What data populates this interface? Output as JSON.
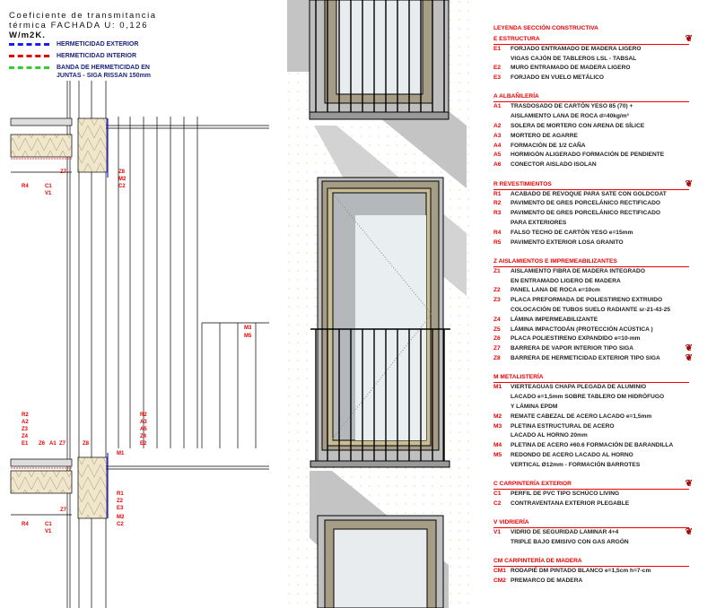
{
  "notes": {
    "coef_line1": "Coeficiente de transmitancia",
    "coef_line2": "térmica FACHADA U: 0,126",
    "coef_line3": "W/m2K.",
    "keys": [
      {
        "label": "HERMETICIDAD EXTERIOR",
        "color": "#1a1aff"
      },
      {
        "label": "HERMETICIDAD INTERIOR",
        "color": "#e00000"
      },
      {
        "label": "BANDA DE HERMETICIDAD EN JUNTAS - SIGA RISSAN 150mm",
        "color": "#33cc33"
      }
    ]
  },
  "section_labels": {
    "top": [
      "R4",
      "C1",
      "V1",
      "Z7",
      "Z8",
      "M2",
      "C2"
    ],
    "bottom_left": [
      "R2",
      "A2",
      "Z3",
      "Z4",
      "E1",
      "Z6",
      "A1",
      "Z7",
      "Z8"
    ],
    "bottom_right": [
      "R2",
      "A3",
      "A5",
      "Z4",
      "E2",
      "M1",
      "R1",
      "Z2",
      "E3",
      "Z7",
      "M2",
      "R4",
      "C1",
      "V1",
      "C2"
    ],
    "facade": [
      "M3",
      "M5"
    ]
  },
  "legend": {
    "title": "LEYENDA SECCIÓN CONSTRUCTIVA",
    "sections": [
      {
        "header": "E  ESTRUCTURA",
        "mark": true,
        "items": [
          {
            "code": "E1",
            "lines": [
              "FORJADO ENTRAMADO DE MADERA LIGERO",
              "VIGAS CAJÓN DE TABLEROS LSL - TABSAL"
            ]
          },
          {
            "code": "E2",
            "lines": [
              "MURO ENTRAMADO DE MADERA LIGERO"
            ]
          },
          {
            "code": "E3",
            "lines": [
              "FORJADO EN VUELO METÁLICO"
            ]
          }
        ]
      },
      {
        "header": "A  ALBAÑILERÍA",
        "items": [
          {
            "code": "A1",
            "lines": [
              "TRASDOSADO DE CARTÓN YESO 85 (70) +",
              "AISLAMIENTO LANA DE ROCA d=40kg/m³"
            ]
          },
          {
            "code": "A2",
            "lines": [
              "SOLERA DE MORTERO CON ARENA DE SÍLICE"
            ]
          },
          {
            "code": "A3",
            "lines": [
              "MORTERO DE AGARRE"
            ]
          },
          {
            "code": "A4",
            "lines": [
              "FORMACIÓN DE 1/2 CAÑA"
            ]
          },
          {
            "code": "A5",
            "lines": [
              "HORMIGÓN ALIGERADO FORMACIÓN DE PENDIENTE"
            ]
          },
          {
            "code": "A6",
            "lines": [
              "CONECTOR AISLADO ISOLAN"
            ]
          }
        ]
      },
      {
        "header": "R  REVESTIMIENTOS",
        "mark": true,
        "items": [
          {
            "code": "R1",
            "lines": [
              "ACABADO DE REVOQUE PARA SATE CON GOLDCOAT"
            ]
          },
          {
            "code": "R2",
            "lines": [
              "PAVIMENTO DE GRES PORCELÁNICO RECTIFICADO"
            ]
          },
          {
            "code": "R3",
            "lines": [
              "PAVIMENTO DE GRES PORCELÁNICO RECTIFICADO",
              "PARA EXTERIORES"
            ]
          },
          {
            "code": "R4",
            "lines": [
              "FALSO TECHO DE CARTÓN YESO e=15mm"
            ]
          },
          {
            "code": "R5",
            "lines": [
              "PAVIMENTO EXTERIOR LOSA GRANITO"
            ]
          }
        ]
      },
      {
        "header": "Z  AISLAMIENTOS E IMPREMEABILIZANTES",
        "items": [
          {
            "code": "Z1",
            "lines": [
              "AISLAMIENTO FIBRA DE MADERA INTEGRADO",
              "EN ENTRAMADO LIGERO DE MADERA"
            ]
          },
          {
            "code": "Z2",
            "lines": [
              "PANEL LANA DE ROCA e=10cm"
            ]
          },
          {
            "code": "Z3",
            "lines": [
              "PLACA PREFORMADA DE POLIESTIRENO EXTRUIDO",
              "COLOCACIÓN DE TUBOS SUELO RADIANTE sr-21-43-25"
            ]
          },
          {
            "code": "Z4",
            "lines": [
              "LÁMINA IMPERMEABILIZANTE"
            ]
          },
          {
            "code": "Z5",
            "lines": [
              "LÁMINA IMPACTODÁN (PROTECCIÓN ACÚSTICA )"
            ]
          },
          {
            "code": "Z6",
            "lines": [
              "PLACA POLIESTIRENO EXPANDIDO e=10-mm"
            ]
          },
          {
            "code": "Z7",
            "lines": [
              "BARRERA DE VAPOR INTERIOR TIPO SIGA"
            ],
            "mark": true
          },
          {
            "code": "Z8",
            "lines": [
              "BARRERA DE HERMETICIDAD EXTERIOR TIPO SIGA"
            ],
            "mark": true
          }
        ]
      },
      {
        "header": "M  METALISTERÍA",
        "items": [
          {
            "code": "M1",
            "lines": [
              "VIERTEAGUAS CHAPA PLEGADA DE ALUMINIO",
              "LACADO e=1,5mm SOBRE TABLERO DM HIDRÓFUGO",
              "Y LÁMINA EPDM"
            ]
          },
          {
            "code": "M2",
            "lines": [
              "REMATE CABEZAL DE ACERO LACADO e=1,5mm"
            ]
          },
          {
            "code": "M3",
            "lines": [
              "PLETINA ESTRUCTURAL DE ACERO",
              "LACADO AL HORNO 20mm"
            ]
          },
          {
            "code": "M4",
            "lines": [
              "PLETINA DE ACERO #60.6 FORMACIÓN DE BARANDILLA"
            ]
          },
          {
            "code": "M5",
            "lines": [
              "REDONDO DE ACERO LACADO AL HORNO",
              "VERTICAL Ø12mm - FORMACIÓN BARROTES"
            ]
          }
        ]
      },
      {
        "header": "C  CARPINTERÍA EXTERIOR",
        "mark": true,
        "items": [
          {
            "code": "C1",
            "lines": [
              "PERFIL DE PVC TIPO SCHÜCO LIVING"
            ]
          },
          {
            "code": "C2",
            "lines": [
              "CONTRAVENTANA EXTERIOR PLEGABLE"
            ]
          }
        ]
      },
      {
        "header": "V  VIDRIERÍA",
        "items": [
          {
            "code": "V1",
            "lines": [
              "VIDRIO DE SEGURIDAD LAMINAR 4+4",
              "TRIPLE BAJO EMISIVO CON GAS ARGÓN"
            ],
            "mark": true
          }
        ]
      },
      {
        "header": "CM  CARPINTERÍA DE MADERA",
        "items": [
          {
            "code": "CM1",
            "lines": [
              "RODAPIÉ DM PINTADO BLANCO e=1,5cm h=7-cm"
            ]
          },
          {
            "code": "CM2",
            "lines": [
              "PREMARCO DE MADERA"
            ]
          }
        ]
      }
    ]
  }
}
